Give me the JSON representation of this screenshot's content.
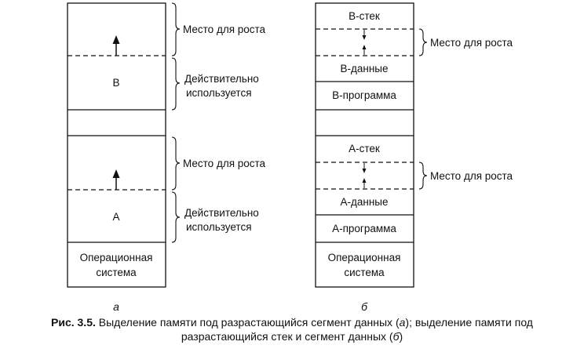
{
  "diagram_a": {
    "regions": {
      "b": "B",
      "a": "A",
      "os_line1": "Операционная",
      "os_line2": "система"
    },
    "annotations": {
      "growth_top": "Место для роста",
      "used_top_line1": "Действительно",
      "used_top_line2": "используется",
      "growth_bottom": "Место для роста",
      "used_bottom_line1": "Действительно",
      "used_bottom_line2": "используется"
    },
    "label": "а"
  },
  "diagram_b": {
    "regions": {
      "b_stack": "B-стек",
      "b_data": "B-данные",
      "b_program": "B-программа",
      "a_stack": "A-стек",
      "a_data": "A-данные",
      "a_program": "A-программа",
      "os_line1": "Операционная",
      "os_line2": "система"
    },
    "annotations": {
      "growth_top": "Место для роста",
      "growth_bottom": "Место для роста"
    },
    "label": "б"
  },
  "caption": {
    "prefix": "Рис. 3.5.",
    "part1": " Выделение памяти под разрастающийся сегмент данных (",
    "a": "а",
    "part2": "); выделение памяти под",
    "line2_part1": "разрастающийся стек и сегмент данных (",
    "b": "б",
    "line2_part2": ")"
  }
}
